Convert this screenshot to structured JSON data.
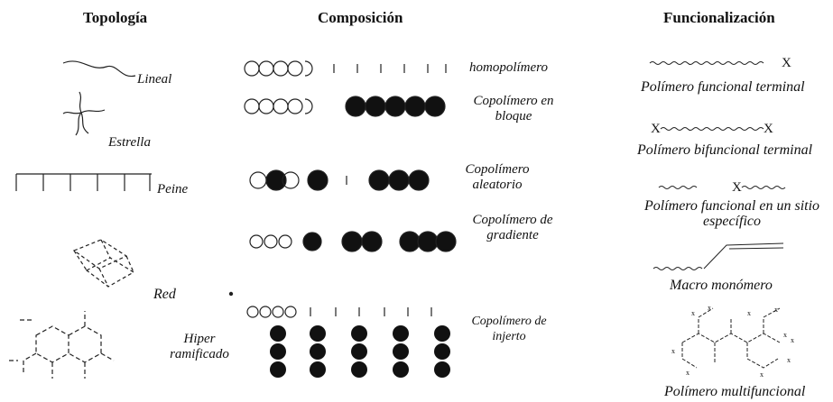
{
  "headers": {
    "topology": "Topología",
    "composition": "Composición",
    "functionalization": "Funcionalización"
  },
  "topology": {
    "linear": "Lineal",
    "star": "Estrella",
    "comb": "Peine",
    "network": "Red",
    "hyperbranched": "Hiper ramificado"
  },
  "composition": {
    "homopolymer": "homopolímero",
    "block": "Copolímero en bloque",
    "random": "Copolímero aleatorio",
    "gradient": "Copolímero de gradiente",
    "graft": "Copolímero de injerto"
  },
  "functionalization": {
    "end_functional": "Polímero funcional terminal",
    "end_functional_group": "X",
    "bifunctional": "Polímero bifuncional terminal",
    "bifunctional_left_group": "X",
    "bifunctional_right_group": "X",
    "site_specific": "Polímero funcional en un sitio específico",
    "site_specific_group": "X",
    "macromonomer": "Macro monómero",
    "multifunctional": "Polímero multifuncional"
  }
}
